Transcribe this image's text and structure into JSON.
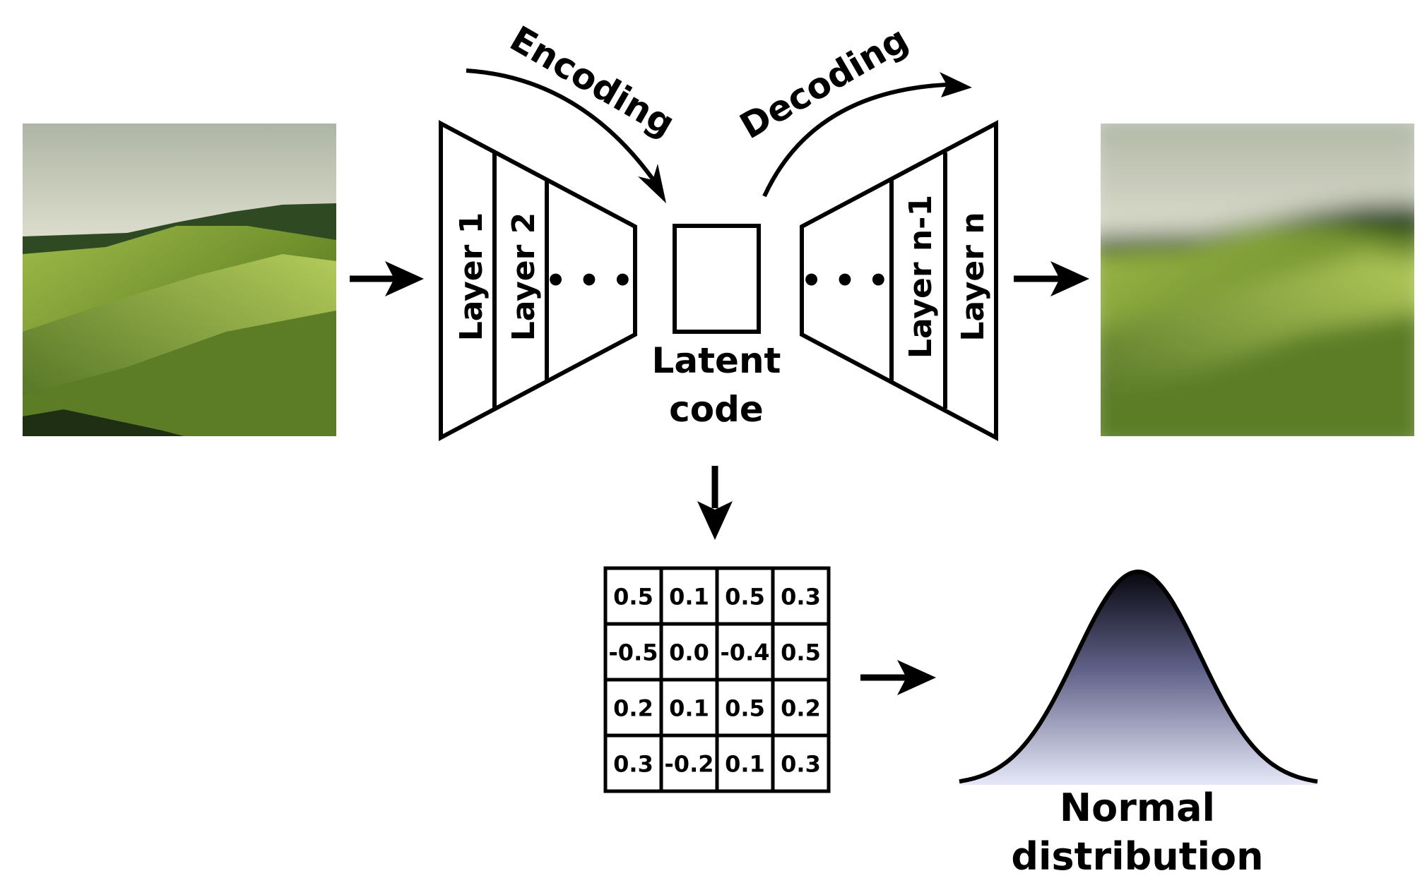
{
  "labels": {
    "encoding": "Encoding",
    "decoding": "Decoding",
    "encoder_layers": [
      "Layer 1",
      "Layer 2"
    ],
    "decoder_layers": [
      "Layer n-1",
      "Layer n"
    ],
    "ellipsis": "• • •",
    "latent_line1": "Latent",
    "latent_line2": "code",
    "normal_line1": "Normal",
    "normal_line2": "distribution"
  },
  "latent_grid": [
    [
      "0.5",
      "0.1",
      "0.5",
      "0.3"
    ],
    [
      "-0.5",
      "0.0",
      "-0.4",
      "0.5"
    ],
    [
      "0.2",
      "0.1",
      "0.5",
      "0.2"
    ],
    [
      "0.3",
      "-0.2",
      "0.1",
      "0.3"
    ]
  ],
  "images": {
    "input": "landscape-photo",
    "output": "blurred-landscape-reconstruction"
  },
  "colors": {
    "stroke": "#000000",
    "sky": "#cfd3c4",
    "hill_light": "#7fa23a",
    "hill_dark": "#3b5a1f",
    "gaussian_top": "#0a0a14",
    "gaussian_bottom": "#e4e6f6"
  }
}
